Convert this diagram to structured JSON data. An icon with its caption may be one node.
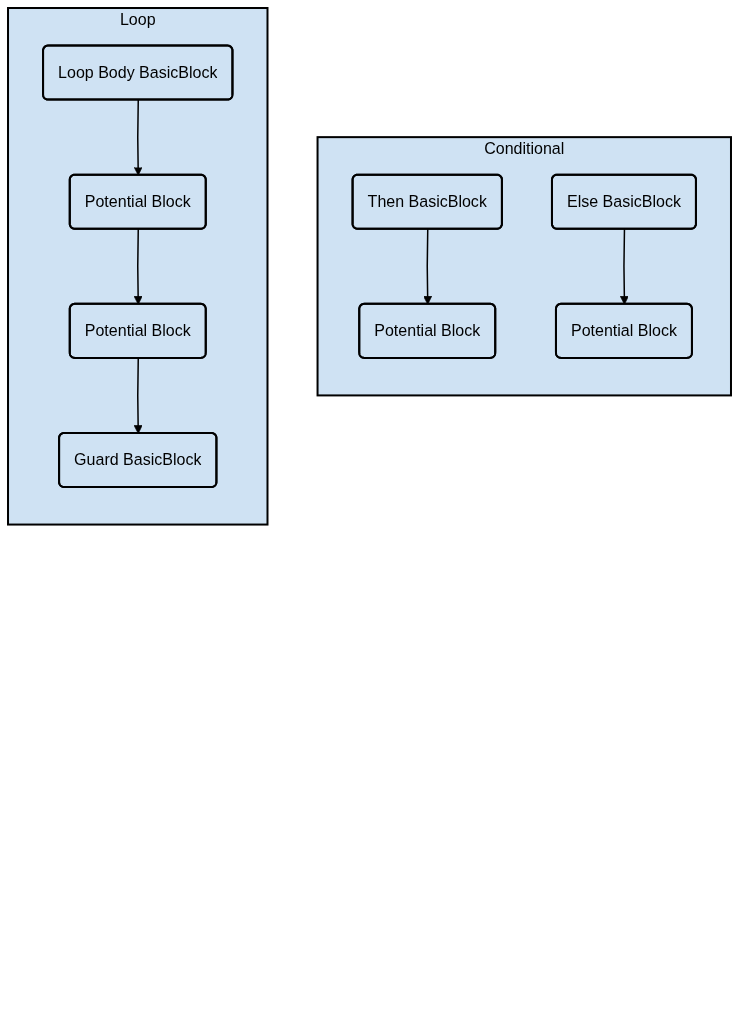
{
  "diagram": {
    "nodes": [
      {
        "text": [
          "Conditional"
        ]
      },
      {
        "text": [
          "Then BasicBlock"
        ],
        "in": 0
      },
      {
        "text": [
          "Else BasicBlock"
        ],
        "in": 0
      },
      {
        "text": [
          "Potential Block"
        ],
        "in": 0
      },
      {
        "text": [
          "Potential Block"
        ],
        "in": 0
      },
      {
        "text": [
          "Loop"
        ]
      },
      {
        "text": [
          "Guard BasicBlock"
        ],
        "in": 5
      },
      {
        "text": [
          "Loop Body BasicBlock"
        ],
        "in": 5
      },
      {
        "text": [
          "Potential Block"
        ],
        "in": 5
      },
      {
        "text": [
          "Potential Block"
        ],
        "in": 5
      }
    ],
    "edges": [
      {
        "from": 1,
        "to": 3,
        "arrow": "to"
      },
      {
        "from": 2,
        "to": 4,
        "arrow": "to"
      },
      {
        "from": 7,
        "to": 9,
        "arrow": "to"
      },
      {
        "from": 9,
        "to": 8,
        "arrow": "to"
      },
      {
        "from": 8,
        "to": 6,
        "arrow": "to"
      }
    ]
  }
}
